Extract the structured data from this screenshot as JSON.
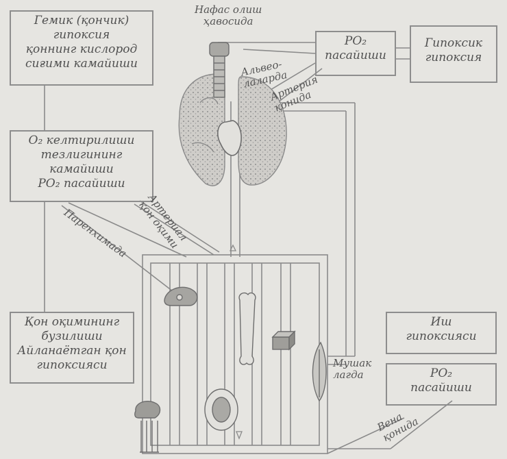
{
  "boxes": {
    "hemic": [
      "Гемик (қончик)",
      "гипоксия",
      "қоннинг кислород",
      "сиғими камайиши"
    ],
    "o2_delivery": [
      "O₂ келтирилиши",
      "тезлигининг",
      "камайиши",
      "PO₂ пасайиши"
    ],
    "circulatory": [
      "Қон оқимининг",
      "бузилиши",
      "Айланаётган қон",
      "гипоксияси"
    ],
    "po2_top": [
      "PO₂",
      "пасайиши"
    ],
    "hypoxic": [
      "Гипоксик",
      "гипоксия"
    ],
    "tissue": [
      "Иш",
      "гипоксияси"
    ],
    "po2_bottom": [
      "PO₂",
      "пасайиши"
    ]
  },
  "labels": {
    "air": [
      "Нафас олиш",
      "ҳавосида"
    ],
    "alveoli": [
      "Альвео-",
      "лаларда"
    ],
    "arterial_blood": [
      "Артерия",
      "қонида"
    ],
    "parenchyma": "Паренхимада",
    "arterial_capillary": [
      "Артериал",
      "қон оқими"
    ],
    "muscle": [
      "Мушак",
      "лагда"
    ],
    "venous_blood": [
      "Вена",
      "қонида"
    ]
  },
  "colors": {
    "line": "#8a8a8a",
    "lung_fill": "#c9c8c4",
    "paper": "#e6e5e1"
  },
  "icons": [
    "trachea-icon",
    "lungs-icon",
    "heart-icon",
    "liver-icon",
    "bone-icon",
    "kidney-icon",
    "cube-icon",
    "muscle-icon",
    "intestine-icon"
  ]
}
